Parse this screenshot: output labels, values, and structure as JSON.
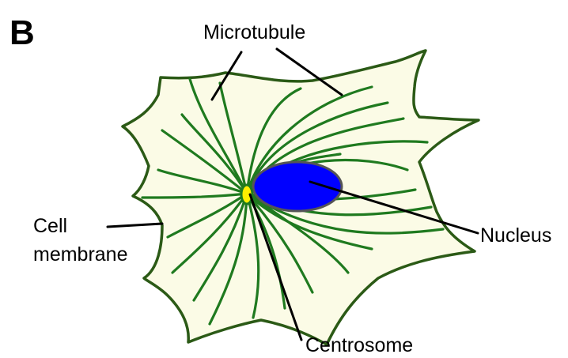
{
  "panel_letter": "B",
  "labels": {
    "microtubule": "Microtubule",
    "cell_membrane_line1": "Cell",
    "cell_membrane_line2": "membrane",
    "nucleus": "Nucleus",
    "centrosome": "Centrosome"
  },
  "colors": {
    "cytoplasm_fill": "#fbfbe6",
    "membrane_stroke": "#2b5a16",
    "microtubule_stroke": "#1f7a1f",
    "nucleus_fill": "#0000ff",
    "nucleus_outline": "#555555",
    "centrosome_fill": "#ffee00",
    "centrosome_outline": "#1f7a1f",
    "leader_line": "#000000"
  }
}
